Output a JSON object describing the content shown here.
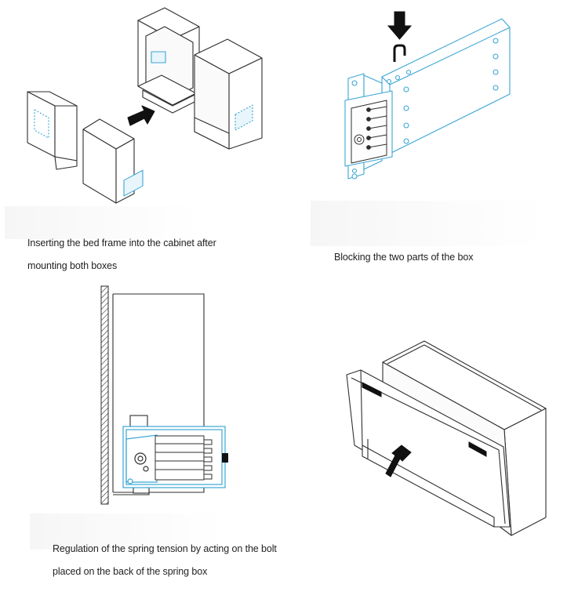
{
  "captions": {
    "insert_line1": "Inserting the bed frame into the cabinet after",
    "insert_line2": "mounting both boxes",
    "blocking": "Blocking the two parts of the box",
    "regulation_line1": "Regulation of the spring tension by acting on the bolt",
    "regulation_line2": "placed on the back of the spring box"
  },
  "colors": {
    "line": "#2f2f2f",
    "blue": "#3aa6d4",
    "caption_fade": "#f6f6f6"
  }
}
